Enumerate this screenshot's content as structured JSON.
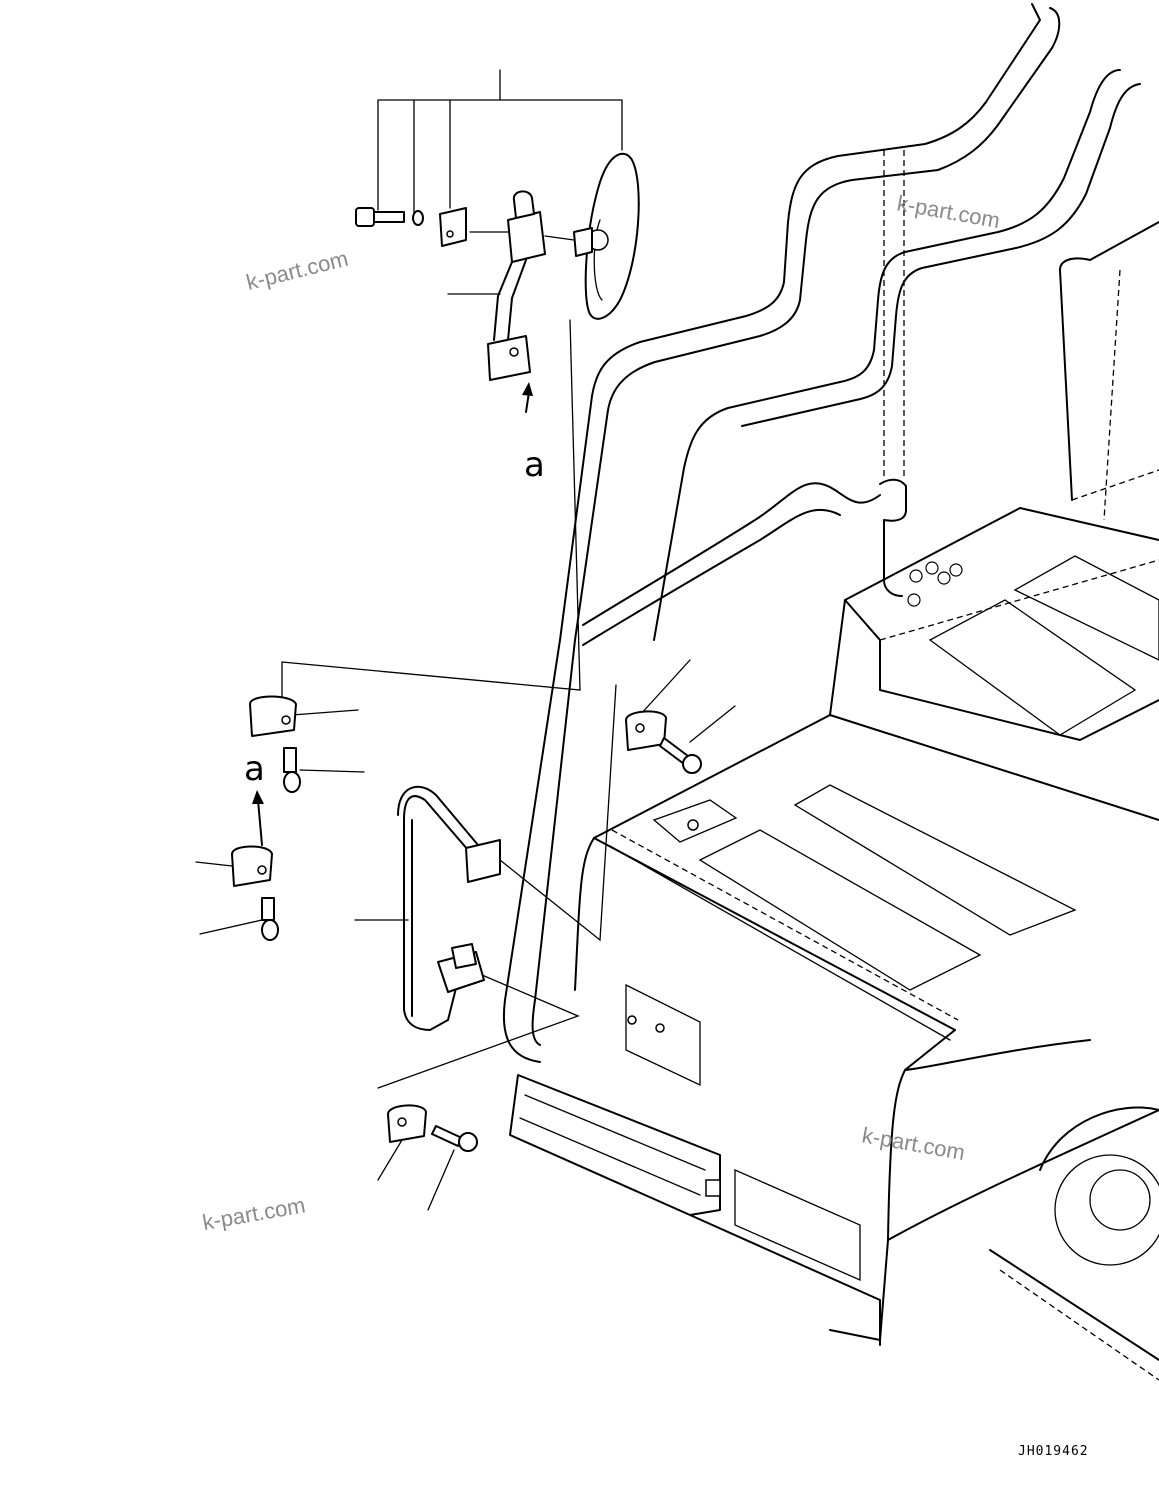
{
  "diagram": {
    "callout_letters": [
      "a",
      "a"
    ],
    "drawing_code": "JH019462"
  },
  "watermarks": [
    "k-part.com",
    "k-part.com",
    "k-part.com",
    "k-part.com"
  ],
  "icons": {
    "mirror": "mirror-icon",
    "bracket": "bracket-icon",
    "bolt": "bolt-icon",
    "handrail": "handrail-icon",
    "step": "step-icon"
  }
}
